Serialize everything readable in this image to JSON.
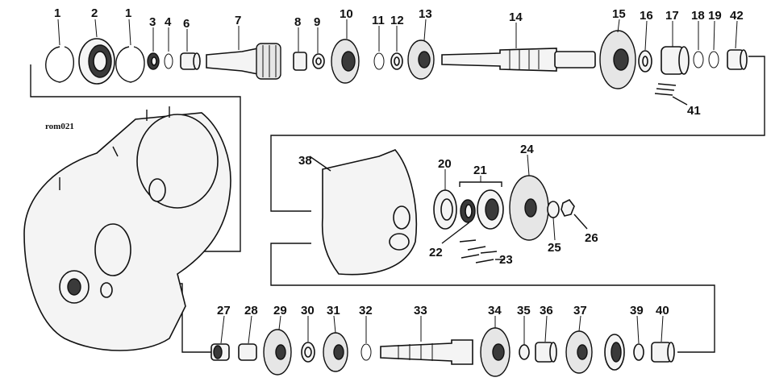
{
  "figure_code": "rom021",
  "labels": {
    "p1a": "1",
    "p2": "2",
    "p1b": "1",
    "p3": "3",
    "p4": "4",
    "p6": "6",
    "p7": "7",
    "p8": "8",
    "p9": "9",
    "p10": "10",
    "p11": "11",
    "p12": "12",
    "p13": "13",
    "p14": "14",
    "p15": "15",
    "p16": "16",
    "p17": "17",
    "p18": "18",
    "p19": "19",
    "p42": "42",
    "p41": "41",
    "p38": "38",
    "p20": "20",
    "p21": "21",
    "p24": "24",
    "p22": "22",
    "p23": "23",
    "p25": "25",
    "p26": "26",
    "p27": "27",
    "p28": "28",
    "p29": "29",
    "p30": "30",
    "p31": "31",
    "p32": "32",
    "p33": "33",
    "p34": "34",
    "p35": "35",
    "p36": "36",
    "p37": "37",
    "p39": "39",
    "p40": "40"
  }
}
